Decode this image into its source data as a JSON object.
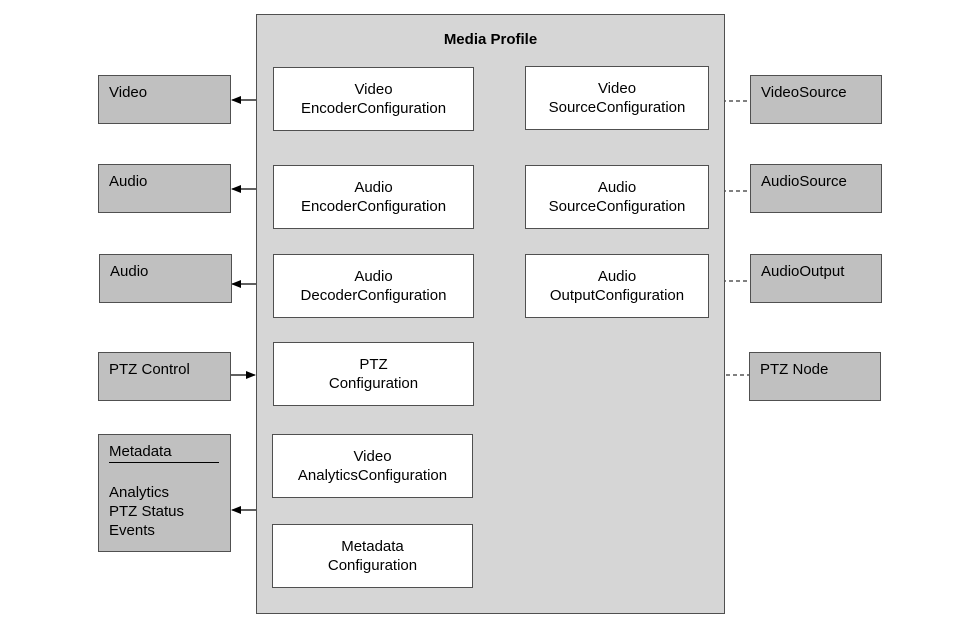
{
  "profile": {
    "title": "Media Profile"
  },
  "configs": {
    "video_encoder": {
      "line1": "Video",
      "line2": "EncoderConfiguration"
    },
    "audio_encoder": {
      "line1": "Audio",
      "line2": "EncoderConfiguration"
    },
    "audio_decoder": {
      "line1": "Audio",
      "line2": "DecoderConfiguration"
    },
    "ptz": {
      "line1": "PTZ",
      "line2": "Configuration"
    },
    "video_analytics": {
      "line1": "Video",
      "line2": "AnalyticsConfiguration"
    },
    "metadata": {
      "line1": "Metadata",
      "line2": "Configuration"
    },
    "video_source": {
      "line1": "Video",
      "line2": "SourceConfiguration"
    },
    "audio_source": {
      "line1": "Audio",
      "line2": "SourceConfiguration"
    },
    "audio_output": {
      "line1": "Audio",
      "line2": "OutputConfiguration"
    }
  },
  "outputs": {
    "video": "Video",
    "audio_encoder_out": "Audio",
    "audio_decoder_in": "Audio",
    "ptz_control": "PTZ Control",
    "metadata": {
      "title": "Metadata",
      "items": [
        "Analytics",
        "PTZ Status",
        "Events"
      ]
    }
  },
  "sources": {
    "video_source": "VideoSource",
    "audio_source": "AudioSource",
    "audio_output": "AudioOutput",
    "ptz_node": "PTZ Node"
  },
  "colors": {
    "profile_fill": "#d6d6d6",
    "external_fill": "#c0c0c0",
    "config_fill": "#ffffff",
    "border": "#505050"
  }
}
